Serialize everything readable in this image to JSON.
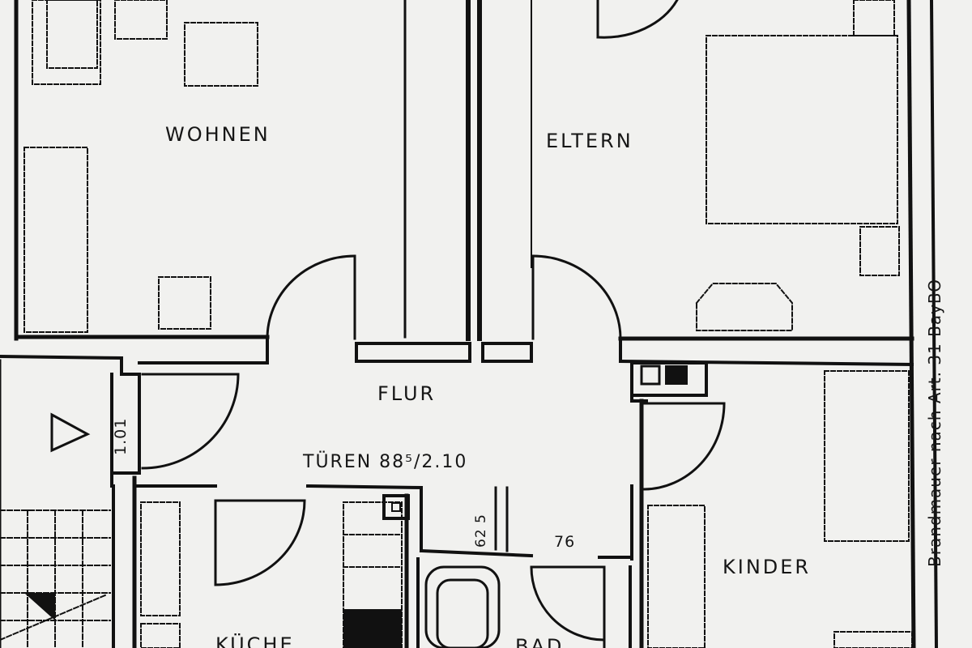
{
  "rooms": {
    "wohnen": "WOHNEN",
    "eltern": "ELTERN",
    "flur": "FLUR",
    "kinder": "KINDER",
    "kueche": "KÜCHE",
    "bad": "BAD"
  },
  "annotations": {
    "doors": "TÜREN 88⁵/2.10",
    "width_101": "1.01",
    "width_76": "76",
    "width_625": "62 5",
    "firewall": "Brandmauer nach Art. 31 BayBO"
  }
}
